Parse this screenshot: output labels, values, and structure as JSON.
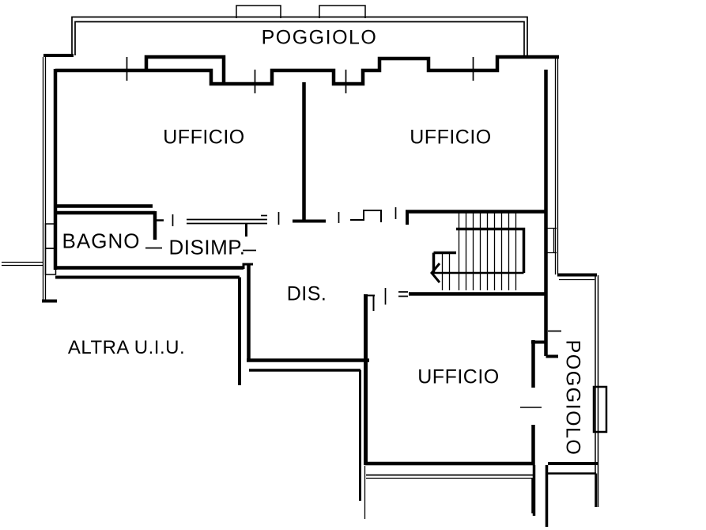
{
  "drawing": {
    "type": "cadastral floor plan",
    "background": "#ffffff",
    "line_color": "#000000"
  },
  "rooms": {
    "balcony_top": {
      "label": "POGGIOLO"
    },
    "office_top_left": {
      "label": "UFFICIO"
    },
    "office_top_right": {
      "label": "UFFICIO"
    },
    "bathroom": {
      "label": "BAGNO"
    },
    "hallway": {
      "label": "DISIMP."
    },
    "corridor": {
      "label": "DIS."
    },
    "other_unit": {
      "label": "ALTRA U.I.U."
    },
    "office_bottom": {
      "label": "UFFICIO"
    },
    "balcony_right": {
      "label": "POGGIOLO"
    }
  },
  "icons": {
    "stair_direction_arrow": "chevron-left"
  }
}
